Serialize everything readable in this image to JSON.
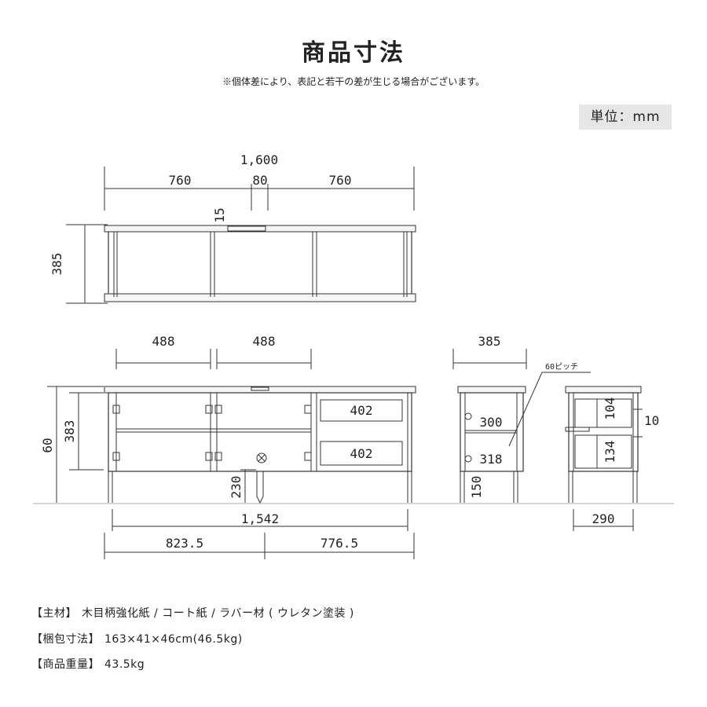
{
  "header": {
    "title": "商品寸法",
    "note": "※個体差により、表記と若干の差が生じる場合がございます。",
    "unit": "単位：mm"
  },
  "top_view": {
    "overall_width": "1,600",
    "left_section": "760",
    "center_section": "80",
    "right_section": "760",
    "center_gap": "15",
    "depth": "385"
  },
  "front_view": {
    "left_compartment": "488",
    "middle_compartment": "488",
    "drawer_upper": "402",
    "drawer_lower": "402",
    "total_height": "60",
    "body_height": "383",
    "leg_height": "230",
    "inner_width": "1,542",
    "left_leg_span": "823.5",
    "right_leg_span": "776.5"
  },
  "side_view": {
    "depth": "385",
    "pitch_note": "60ピッチ",
    "shelf_depth": "300",
    "drawer_depth": "318",
    "leg_height": "150"
  },
  "side_view_right": {
    "upper_drawer": "104",
    "lower_drawer": "134",
    "gap": "10",
    "leg_depth": "290"
  },
  "specs": [
    {
      "label": "【主材】",
      "value": "木目柄強化紙 / コート紙 / ラバー材 ( ウレタン塗装 )"
    },
    {
      "label": "【梱包寸法】",
      "value": "163×41×46cm(46.5kg)"
    },
    {
      "label": "【商品重量】",
      "value": "43.5kg"
    }
  ]
}
